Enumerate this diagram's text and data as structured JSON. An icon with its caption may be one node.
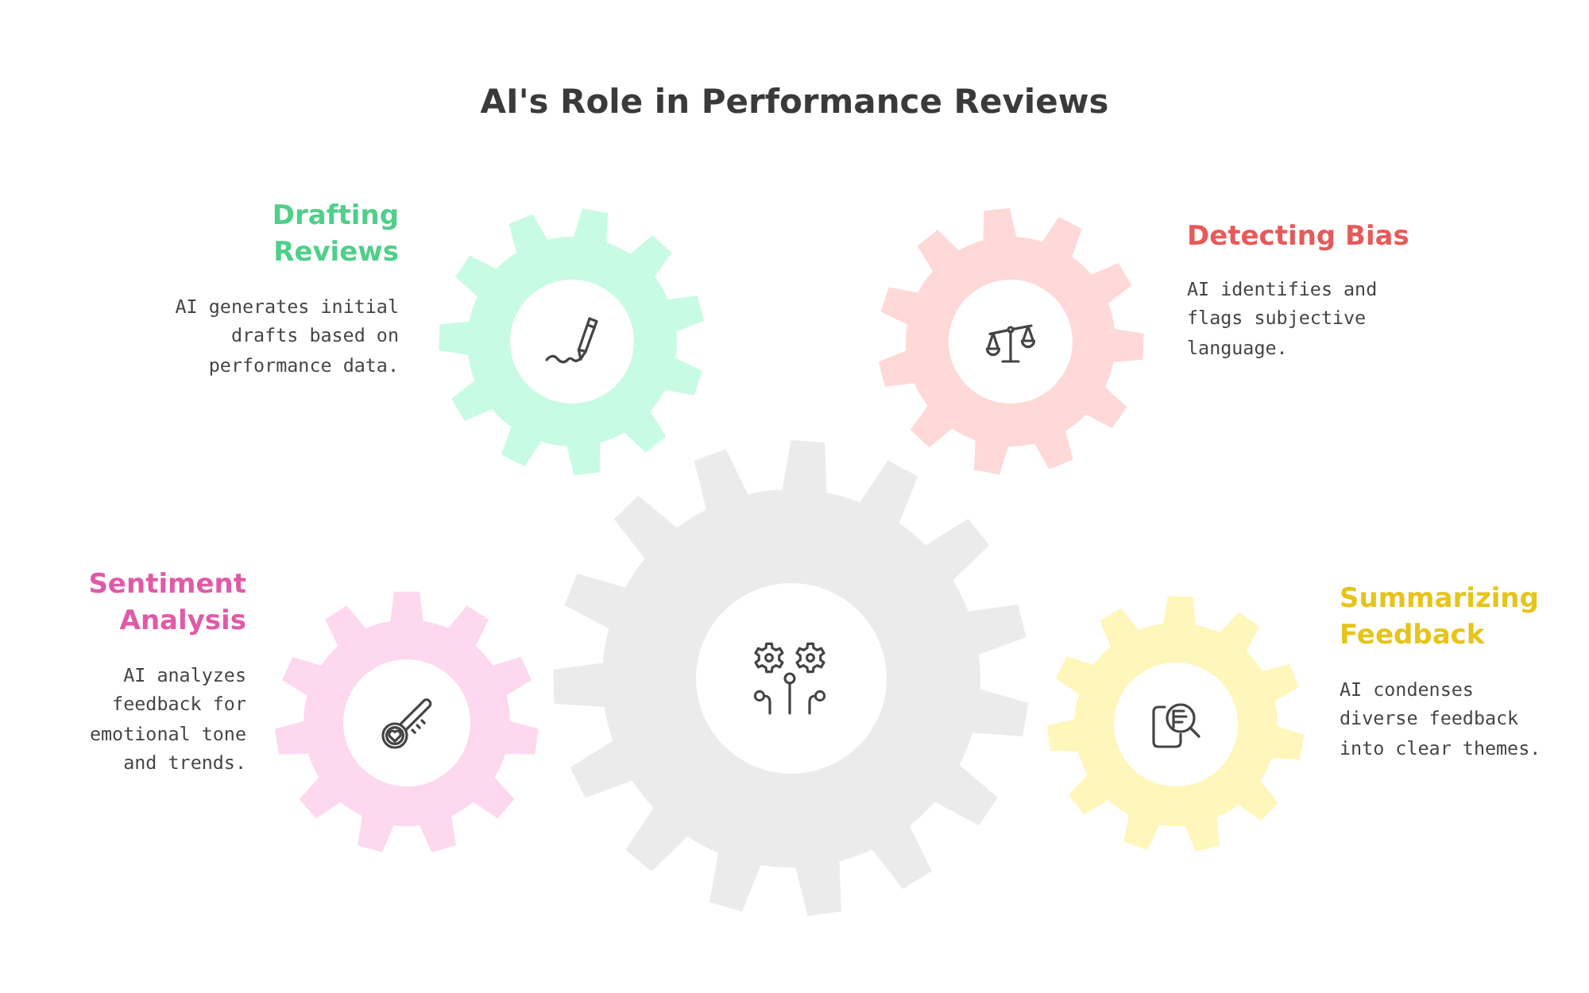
{
  "diagram": {
    "title": "AI's Role in Performance Reviews",
    "nodes": [
      {
        "text": [
          "Drafting Reviews",
          "AI generates initial drafts based on performance data."
        ]
      },
      {
        "text": [
          "Detecting Bias",
          "AI identifies and flags subjective language."
        ]
      },
      {
        "text": [],
        "shape": "gear"
      },
      {
        "text": [
          "Sentiment Analysis",
          "AI analyzes feedback for emotional tone and trends."
        ]
      },
      {
        "text": [
          "Summarizing Feedback",
          "AI condenses diverse feedback into clear themes."
        ]
      }
    ]
  }
}
